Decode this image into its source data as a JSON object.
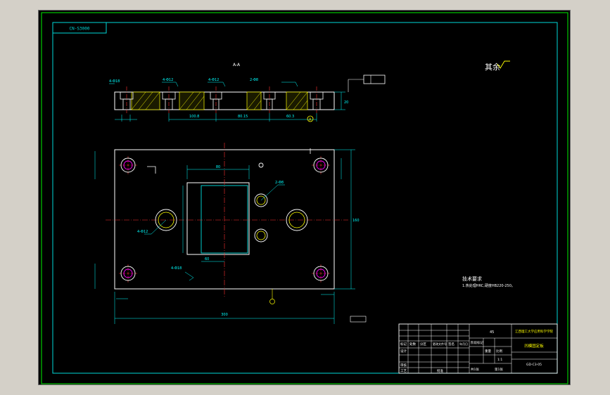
{
  "drawing": {
    "sheet_code": "CN-S3000",
    "section_label": "A-A",
    "roughness_note": "其余",
    "datum_label": "A",
    "tech_req": {
      "title": "技术要求",
      "line1": "1.热处理HRC,硬度HB220-250。"
    },
    "dims": {
      "overall_length": "300",
      "overall_width": "160",
      "pocket_width": "60",
      "pocket_height": "80",
      "hole_dia": "4-Φ12",
      "section_left": "4-Φ18",
      "section_mid": "2-Φ8",
      "section_len_a": "100.8",
      "section_len_b": "80.15",
      "section_len_c": "60.3",
      "thickness": "20"
    },
    "title_block": {
      "part_name": "凹模固定板",
      "company": "江西理工大学应用科学学院",
      "drawing_no": "GD-C3-05",
      "row_labels": [
        "标记",
        "处数",
        "分区",
        "更改文件号",
        "签名",
        "年月日"
      ],
      "designer": "设计",
      "reviewer": "审核",
      "process": "工艺",
      "approve": "批准",
      "stage": "阶段标记",
      "weight": "重量",
      "scale": "比例",
      "scale_value": "1:1",
      "sheets_total": "共1张",
      "sheet_no": "第1张",
      "material": "45"
    }
  },
  "colors": {
    "frame": "#00c800",
    "border": "#00d8d8",
    "outline": "#ffffff",
    "hatch": "#ffff00",
    "center": "#ff3030",
    "hole": "#ff00ff",
    "dim": "#00ffff"
  }
}
